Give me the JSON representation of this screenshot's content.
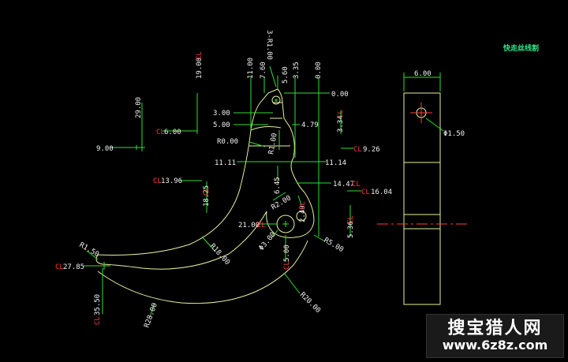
{
  "drawing": {
    "title_cn": "快走丝线割"
  },
  "labels": {
    "d_3_r1_00": "3-R1.00",
    "d_19_00": "19.00",
    "d_11_00": "11.00",
    "d_7_60": "7.60",
    "d_5_60": "5.60",
    "d_3_35": "3.35",
    "d_0_00_top": "0.00",
    "d_0_00_right": "0.00",
    "d_29_00": "29.00",
    "d_3_00": "3.00",
    "d_5_00": "5.00",
    "d_4_79": "4.79",
    "d_3_34": "3.34",
    "d_6_00_left": "6.00",
    "d_r0_00": "R0.00",
    "d_r1_00": "R1.00",
    "d_9_26": "9.26",
    "d_9_00": "9.00",
    "d_11_11": "11.11",
    "d_11_14": "11.14",
    "d_13_96": "13.96",
    "d_6_45": "6.45",
    "d_14_47": "14.47",
    "d_16_04": "16.04",
    "d_18_25": "18.25",
    "d_r2_00": "R2.00",
    "d_2_49": "2.49",
    "d_21_00": "21.00",
    "d_5_36": "5.36",
    "d_r1_50": "R1.50",
    "d_phi3_00": "Φ3.00",
    "d_r5_00": "R5.00",
    "d_r18_00": "R18.00",
    "d_27_85": "27.85",
    "d_5_00_c": "5.00",
    "d_35_50": "35.50",
    "d_r28_00": "R28.00",
    "d_r20_00": "R20.00",
    "d_6_00_side": "6.00",
    "d_phi1_50": "Φ1.50",
    "cl": "CL"
  },
  "watermark": {
    "name": "搜宝猎人网",
    "url": "www.6z8z.com"
  }
}
